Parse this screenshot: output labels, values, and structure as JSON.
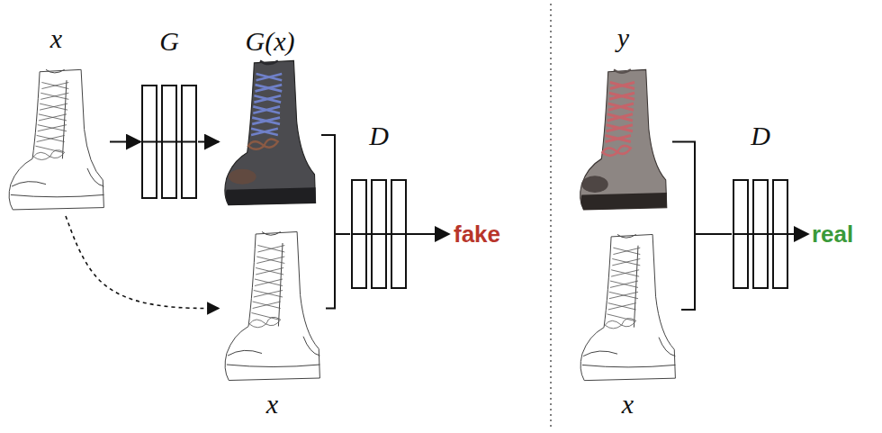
{
  "diagram": {
    "nodes": [
      {
        "text": [
          "x"
        ]
      },
      {
        "text": [
          "G"
        ]
      },
      {
        "text": [
          "G(x)"
        ]
      },
      {
        "text": [
          "x"
        ]
      },
      {
        "text": [
          "D"
        ]
      },
      {
        "text": [
          "y"
        ]
      },
      {
        "text": [
          "x"
        ]
      },
      {
        "text": [
          "D"
        ]
      }
    ],
    "edges": [
      {
        "from": 0,
        "to": 1,
        "arrow": "to"
      },
      {
        "from": 1,
        "to": 2,
        "arrow": "to"
      },
      {
        "from": 0,
        "to": 3,
        "arrow": "to"
      },
      {
        "from": 2,
        "to": 4,
        "arrow": "none"
      },
      {
        "from": 3,
        "to": 4,
        "arrow": "none"
      },
      {
        "from": 5,
        "to": 7,
        "arrow": "none"
      },
      {
        "from": 6,
        "to": 7,
        "arrow": "none"
      }
    ],
    "labels": [
      "fake",
      "real"
    ]
  }
}
